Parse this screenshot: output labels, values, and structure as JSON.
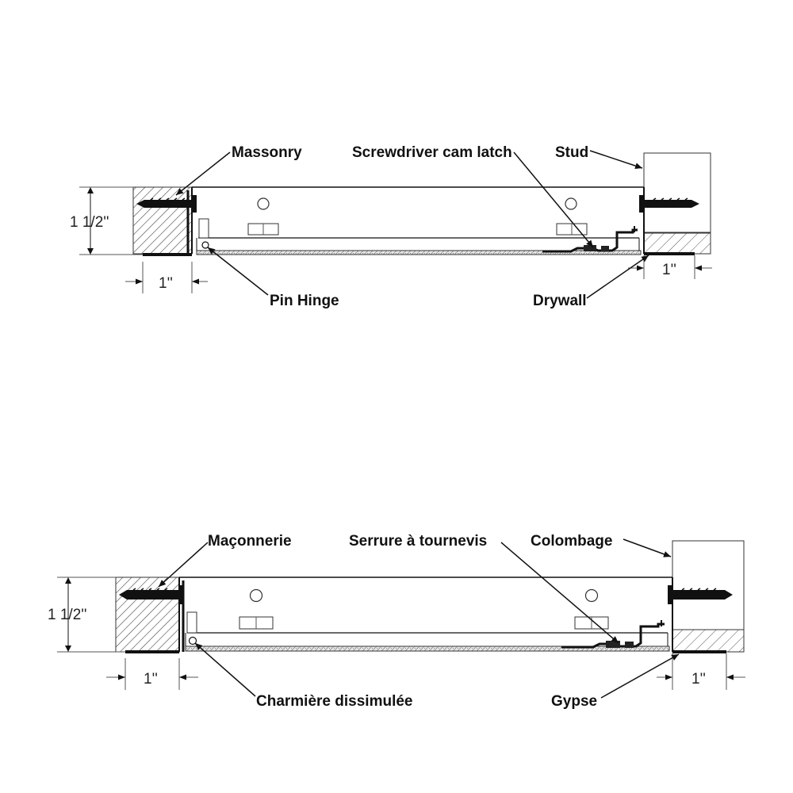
{
  "english": {
    "masonry": "Massonry",
    "latch": "Screwdriver cam latch",
    "stud": "Stud",
    "hinge": "Pin Hinge",
    "drywall": "Drywall",
    "height": "1 1/2''",
    "left_width": "1''",
    "right_width": "1''"
  },
  "french": {
    "masonry": "Maçonnerie",
    "latch": "Serrure à tournevis",
    "stud": "Colombage",
    "hinge": "Charmière dissimulée",
    "drywall": "Gypse",
    "height": "1 1/2''",
    "left_width": "1''",
    "right_width": "1''"
  }
}
